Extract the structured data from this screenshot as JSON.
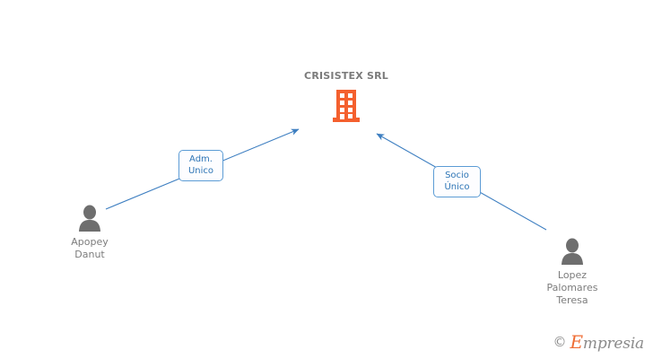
{
  "diagram": {
    "type": "corporate-relationship-graph",
    "background_color": "#ffffff",
    "company": {
      "name": "CRISISTEX SRL",
      "icon": "building-icon",
      "icon_color": "#f4602e",
      "title_color": "#7b7b7b"
    },
    "people": [
      {
        "id": "apopey-danut",
        "name_lines": [
          "Apopey",
          "Danut"
        ],
        "icon": "person-icon",
        "icon_color": "#6e6e6e",
        "text_color": "#7c7c7c",
        "side": "left"
      },
      {
        "id": "lopez-palomares-teresa",
        "name_lines": [
          "Lopez",
          "Palomares",
          "Teresa"
        ],
        "icon": "person-icon",
        "icon_color": "#6e6e6e",
        "text_color": "#7c7c7c",
        "side": "right"
      }
    ],
    "relations": [
      {
        "id": "adm-unico",
        "label_lines": [
          "Adm.",
          "Unico"
        ],
        "from": "apopey-danut",
        "to": "company",
        "arrow_color": "#3e7fc1",
        "box_border_color": "#5b9bd5",
        "box_text_color": "#2e75b6"
      },
      {
        "id": "socio-unico",
        "label_lines": [
          "Socio",
          "Único"
        ],
        "from": "lopez-palomares-teresa",
        "to": "company",
        "arrow_color": "#3e7fc1",
        "box_border_color": "#5b9bd5",
        "box_text_color": "#2e75b6"
      }
    ],
    "watermark": {
      "copyright": "©",
      "brand_initial": "E",
      "brand_rest": "mpresia",
      "accent_color": "#ef6c33",
      "text_color": "#8b8b8b"
    }
  }
}
